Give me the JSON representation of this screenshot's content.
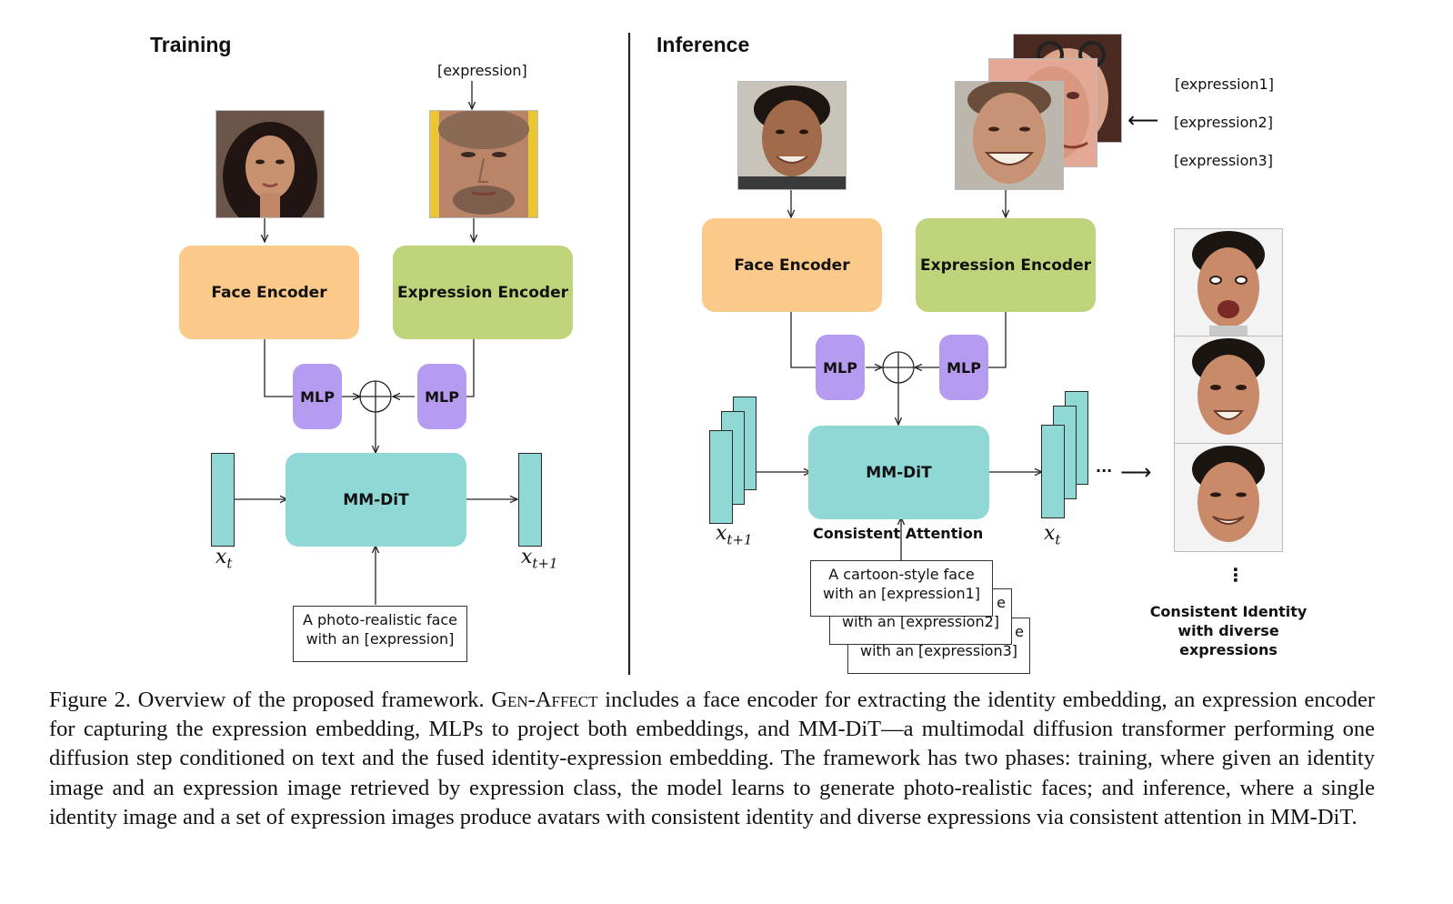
{
  "training": {
    "heading": "Training",
    "expression_tag": "[expression]",
    "face_encoder": "Face Encoder",
    "expression_encoder": "Expression Encoder",
    "mlp_left": "MLP",
    "mlp_right": "MLP",
    "dit": "MM-DiT",
    "latent_in": {
      "symbol": "x",
      "subscript": "t"
    },
    "latent_out": {
      "symbol": "x",
      "subscript": "t+1"
    },
    "prompt_line1": "A photo-realistic face",
    "prompt_line2": "with an [expression]"
  },
  "inference": {
    "heading": "Inference",
    "expression_tags": [
      "[expression1]",
      "[expression2]",
      "[expression3]"
    ],
    "arrow_glyph": "⟵",
    "face_encoder": "Face Encoder",
    "expression_encoder": "Expression Encoder",
    "mlp_left": "MLP",
    "mlp_right": "MLP",
    "dit": "MM-DiT",
    "consistent_attention": "Consistent Attention",
    "latent_in": {
      "symbol": "x",
      "subscript": "t+1"
    },
    "latent_out": {
      "symbol": "x",
      "subscript": "t"
    },
    "dots": "···",
    "result_arrow": "⟶",
    "prompts": [
      {
        "line1": "A cartoon-style face",
        "line2": "with an [expression1]"
      },
      {
        "line1": "e",
        "line2": "with an [expression2]"
      },
      {
        "line1": "e",
        "line2": "with an [expression3]"
      }
    ],
    "vertical_dots": "⋮",
    "result_line1": "Consistent Identity",
    "result_line2": "with diverse",
    "result_line3": "expressions"
  },
  "caption": {
    "prefix": "Figure 2. Overview of the proposed framework. ",
    "method": "Gen-Affect",
    "text": " includes a face encoder for extracting the identity embedding, an expression encoder for capturing the expression embedding, MLPs to project both embeddings, and MM-DiT—a multimodal diffusion transformer performing one diffusion step conditioned on text and the fused identity-expression embedding. The framework has two phases: training, where given an identity image and an expression image retrieved by expression class, the model learns to generate photo-realistic faces; and inference, where a single identity image and a set of expression images produce avatars with consistent identity and diverse expressions via consistent attention in MM-DiT."
  },
  "colors": {
    "face_encoder": "#fbc98a",
    "expression_encoder": "#bfd47a",
    "mlp": "#b69cf0",
    "mm_dit": "#90d8d6"
  }
}
